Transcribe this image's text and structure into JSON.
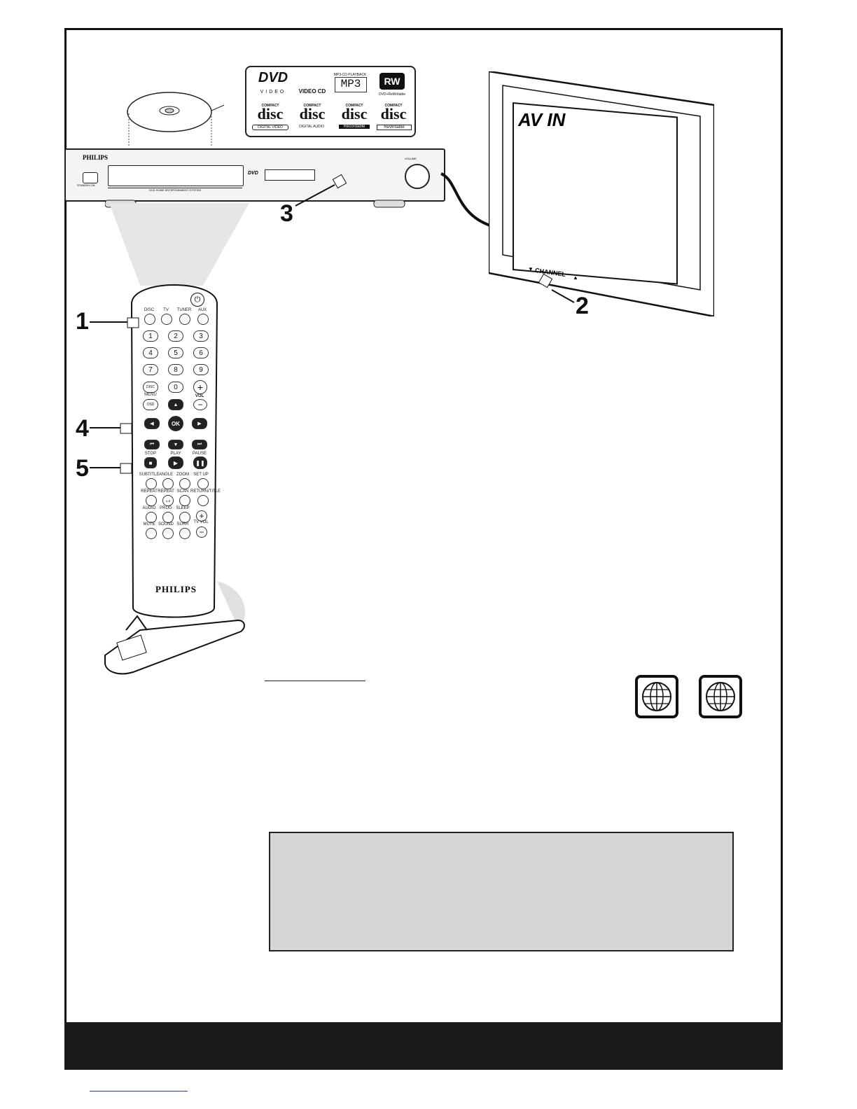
{
  "tv": {
    "screen_text": "AV IN",
    "channel_label": "CHANNEL"
  },
  "player": {
    "brand": "PHILIPS",
    "model_text": "DVD HOME ENTERTAINMENT SYSTEM",
    "standby_label": "STANDBY-ON",
    "volume_label": "VOLUME",
    "dvd_badge": "DVD"
  },
  "logos": {
    "dvd_video": "DVD",
    "video_sub": "VIDEO",
    "video_cd": "VIDEO CD",
    "mp3_top": "MP3-CD PLAYBACK",
    "mp3": "MP3",
    "rw": "RW",
    "rw_sub": "DVD+ReWritable",
    "disc_word": "disc",
    "compact": "COMPACT",
    "disc1_sub": "DIGITAL VIDEO",
    "disc2_sub": "DIGITAL AUDIO",
    "disc3_sub": "Recordable",
    "disc4_sub": "ReWritable"
  },
  "steps": [
    "1",
    "2",
    "3",
    "4",
    "5"
  ],
  "remote": {
    "brand": "PHILIPS",
    "source_labels": [
      "DISC",
      "TV",
      "TUNER",
      "AUX"
    ],
    "digits": [
      "1",
      "2",
      "3",
      "4",
      "5",
      "6",
      "7",
      "8",
      "9",
      "0"
    ],
    "disc_label": "DISC",
    "menu_label": "MENU",
    "osd_label": "OSD",
    "vol_label": "VOL",
    "ok_label": "OK",
    "stop_label": "STOP",
    "play_label": "PLAY",
    "pause_label": "PAUSE",
    "row_a": [
      "SUBTITLE",
      "ANGLE",
      "ZOOM",
      "SET UP"
    ],
    "row_b": [
      "REPEAT",
      "REPEAT",
      "SCAN",
      "RETURN/TITLE"
    ],
    "row_b_sub": "A-B",
    "row_c": [
      "AUDIO",
      "PROG",
      "SLEEP"
    ],
    "row_d": [
      "MUTE",
      "SOUND",
      "SURR",
      "TV VOL"
    ]
  }
}
